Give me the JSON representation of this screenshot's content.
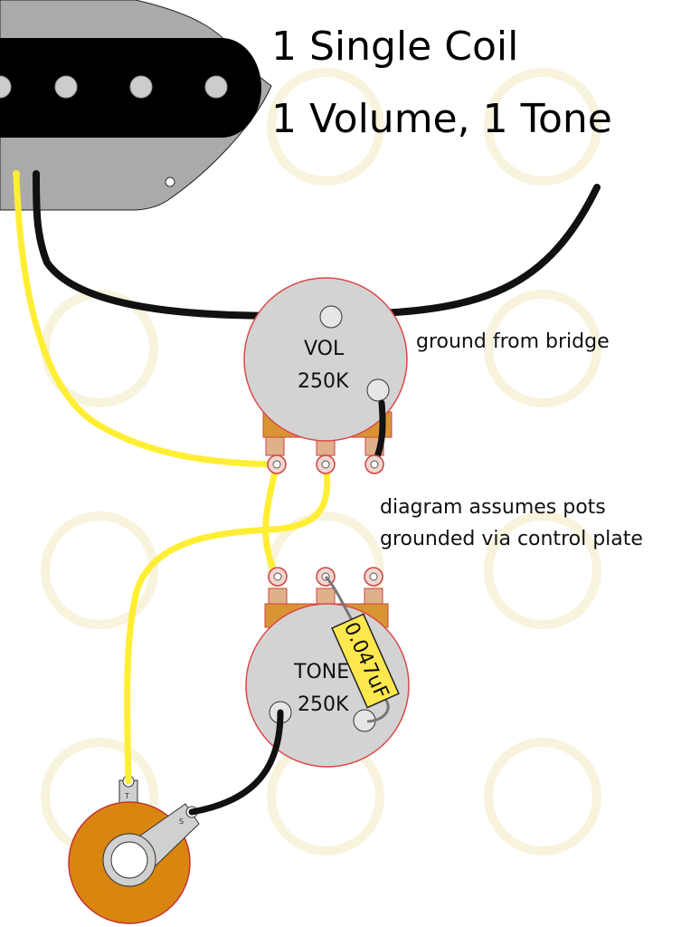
{
  "title": {
    "line1": "1 Single Coil",
    "line2": "1 Volume, 1 Tone"
  },
  "notes": {
    "ground": "ground from bridge",
    "assume_line1": "diagram assumes pots",
    "assume_line2": "grounded via control plate"
  },
  "volume_pot": {
    "label": "VOL",
    "value": "250K"
  },
  "tone_pot": {
    "label": "TONE",
    "value": "250K"
  },
  "capacitor": {
    "label": "0.047uF"
  },
  "jack": {
    "tip_label": "T",
    "sleeve_label": "S"
  },
  "colors": {
    "hot_wire": "#ffee33",
    "ground_wire": "#111111",
    "pot_body": "#d3d3d3",
    "pot_outline": "#d94848",
    "lug_brass": "#d89433",
    "jack_brass": "#d8860f",
    "cap_body": "#ffe84d",
    "pickup_plate": "#aaaaaa",
    "pickup_cover": "#000000"
  },
  "icons": {
    "watermark": "six-string-supplies-logo"
  }
}
